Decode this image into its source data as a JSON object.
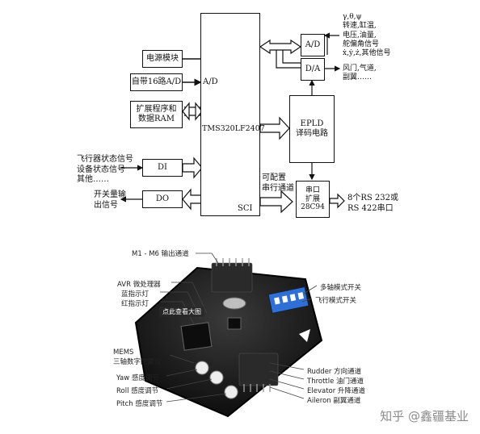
{
  "diagram": {
    "cpu_label": "TMS320LF2407",
    "cpu_port_ad": "A/D",
    "cpu_port_sci": "SCI",
    "power_module": "电源模块",
    "self_ad": "自带16路A/D",
    "ext_program_line1": "扩展程序和",
    "ext_program_line2": "数据RAM",
    "flight_status_line1": "飞行器状态信号",
    "flight_status_line2": "设备状态信号",
    "flight_status_line3": "其他……",
    "di": "DI",
    "do": "DO",
    "switch_out_line1": "开关量输",
    "switch_out_line2": "出信号",
    "ad_box": "A/D",
    "da_box": "D/A",
    "sensor_line1": "γ,θ,ψ",
    "sensor_line2": "转速,缸温,",
    "sensor_line3": "电压,油量,",
    "sensor_line4": "舵偏角信号",
    "sensor_line5": "ẋ,ẏ,ż,其他信号",
    "wind_line1": "风门,气道,",
    "wind_line2": "副翼……",
    "epld_line1": "EPLD",
    "epld_line2": "译码电路",
    "config_line1": "可配置",
    "config_line2": "串行通道",
    "serial_line1": "串口",
    "serial_line2": "扩展",
    "serial_line3": "28C94",
    "rs_line1": "8个RS 232或",
    "rs_line2": "RS 422串口"
  },
  "board": {
    "label_m1m6": "M1 - M6 输出通道",
    "label_avr": "AVR 微处理器",
    "label_blue_led": "蓝指示灯",
    "label_red_led": "红指示灯",
    "label_mems1": "MEMS",
    "label_mems2": "三轴数字陀螺仪",
    "label_yaw": "Yaw 感度调节",
    "label_roll": "Roll 感度调节",
    "label_pitch": "Pitch 感度调节",
    "label_mode_switch": "多轴模式开关",
    "label_flight_mode": "飞行模式开关",
    "label_rudder": "Rudder 方向通道",
    "label_throttle": "Throttle 油门通道",
    "label_elevator": "Elevator 升降通道",
    "label_aileron": "Aileron 副翼通道",
    "click_tag": "点此查看大图"
  },
  "watermark": "知乎 @鑫疆基业",
  "colors": {
    "board": "#1b1b1b",
    "switch_blue": "#2f6fd6",
    "pin": "#2a2a2a"
  }
}
